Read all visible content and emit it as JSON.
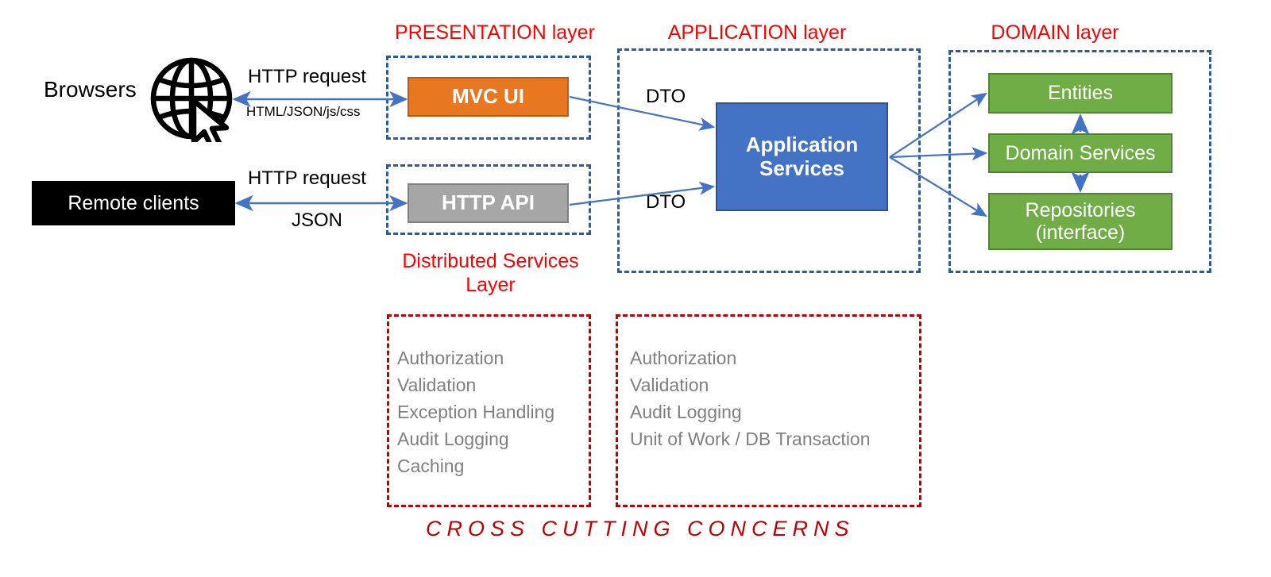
{
  "diagram": {
    "title_text": "CROSS  CUTTING  CONCERNS",
    "colors": {
      "layer_caption": "#FF0000",
      "dashed_blue": "#2E5B9A",
      "dashed_red": "#C00000",
      "arrow_blue": "#4472C4",
      "mvc_ui": "#E87722",
      "http_api": "#A6A6A6",
      "application_services": "#4472C4",
      "domain_box": "#70AD47",
      "remote_clients": "#000000",
      "concern_text": "#808080"
    }
  },
  "layers": {
    "presentation": {
      "caption": "PRESENTATION layer"
    },
    "application": {
      "caption": "APPLICATION layer"
    },
    "domain": {
      "caption": "DOMAIN layer"
    },
    "distributed_services": {
      "caption_line1": "Distributed Services",
      "caption_line2": "Layer"
    }
  },
  "clients": {
    "browsers_label": "Browsers",
    "globe_icon": "globe-icon",
    "cursor_icon": "mouse-cursor-icon",
    "remote_clients_label": "Remote clients"
  },
  "connections": {
    "browser_request": "HTTP request",
    "browser_response": "HTML/JSON/js/css",
    "remote_request": "HTTP request",
    "remote_response": "JSON",
    "dto_top": "DTO",
    "dto_bottom": "DTO"
  },
  "components": {
    "mvc_ui": "MVC UI",
    "http_api": "HTTP API",
    "application_services_line1": "Application",
    "application_services_line2": "Services",
    "entities": "Entities",
    "domain_services": "Domain Services",
    "repositories_line1": "Repositories",
    "repositories_line2": "(interface)"
  },
  "cross_cutting": {
    "presentation_concerns": [
      "Authorization",
      "Validation",
      "Exception Handling",
      "Audit Logging",
      "Caching"
    ],
    "application_concerns": [
      "Authorization",
      "Validation",
      "Audit Logging",
      "Unit of Work / DB Transaction"
    ],
    "footer": "CROSS  CUTTING  CONCERNS"
  }
}
